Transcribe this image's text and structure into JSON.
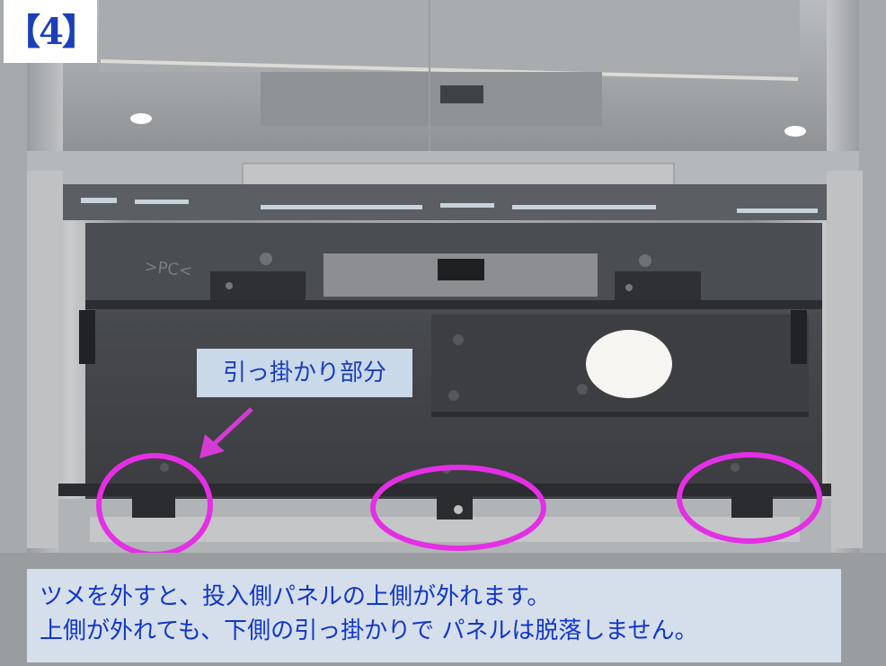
{
  "step_label": "【4】",
  "callout": {
    "text": "引っ掛かり部分",
    "arrow_color": "#d63bd6"
  },
  "circle_color": "#e42fe4",
  "caption": {
    "line1": "ツメを外すと、投入側パネルの上側が外れます。",
    "line2": "上側が外れても、下側の引っ掛かりで パネルは脱落しません。"
  },
  "panel": {
    "embossed_mark": ">PC<"
  }
}
